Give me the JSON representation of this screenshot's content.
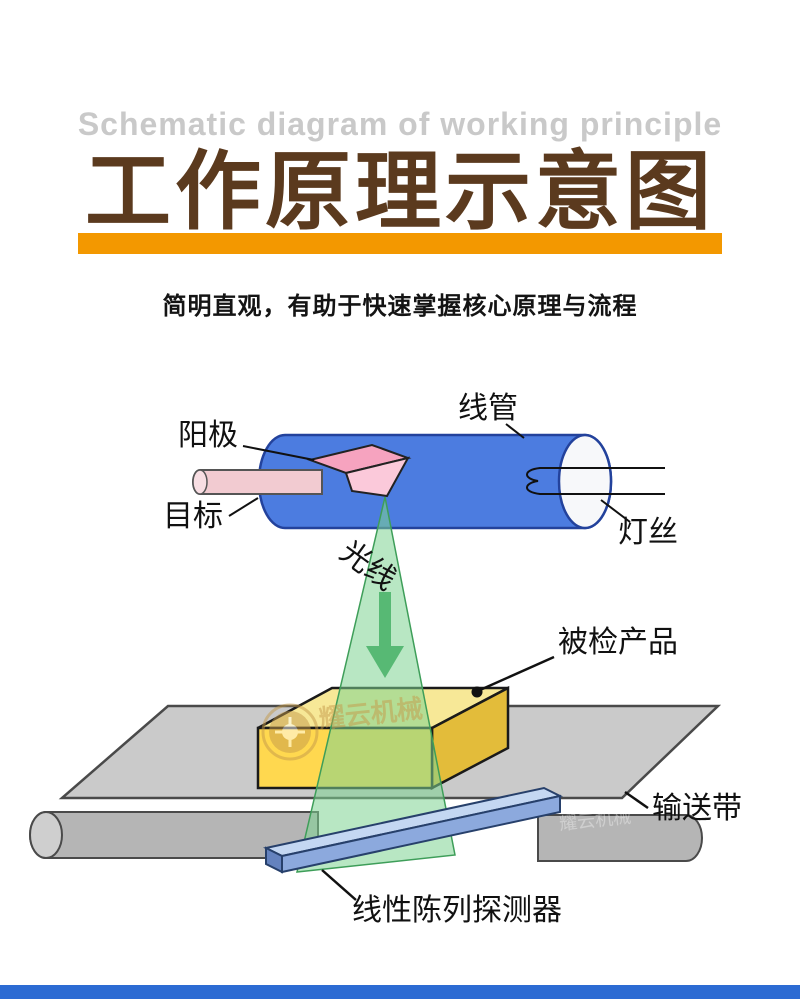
{
  "header": {
    "title_en": "Schematic diagram of working principle",
    "title_zh": "工作原理示意图",
    "subtitle": "简明直观，有助于快速掌握核心原理与流程"
  },
  "diagram": {
    "labels": {
      "tube": "线管",
      "anode": "阳极",
      "target": "目标",
      "filament": "灯丝",
      "xray_beam": "光线",
      "inspected_product": "被检产品",
      "conveyor_belt": "输送带",
      "linear_array_detector": "线性陈列探测器"
    },
    "watermark_text": "耀云机械"
  },
  "colors": {
    "accent_orange": "#F39800",
    "title_brown": "#5B3A1E",
    "title_gray_en": "#C9C9C9",
    "tube_blue": "#4C7CE0",
    "anode_pink": "#F6A3BF",
    "target_rod_pink": "#F2CBD1",
    "beam_green": "#7ED492",
    "product_yellow": "#FFD84F",
    "belt_gray": "#CACACA",
    "detector_blue": "#8CA9DD",
    "watermark_gold": "#C49A4A",
    "footer_blue": "#2C6BD3"
  }
}
